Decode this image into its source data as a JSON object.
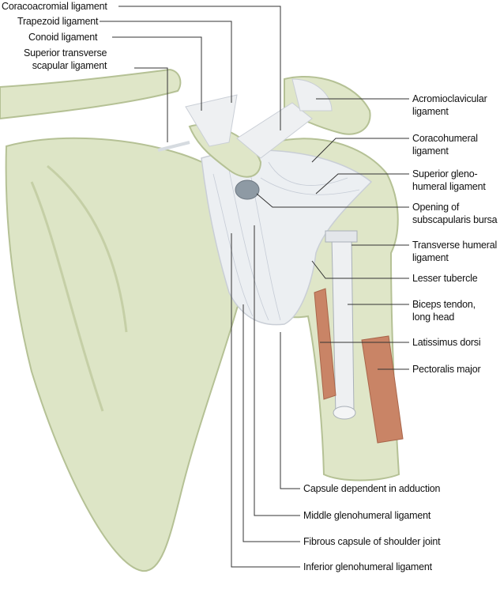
{
  "labels_top_left": [
    {
      "text": "Coracoacromial ligament"
    },
    {
      "text": "Trapezoid ligament"
    },
    {
      "text": "Conoid ligament"
    },
    {
      "line1": "Superior transverse",
      "line2": "scapular ligament"
    }
  ],
  "labels_right": [
    {
      "line1": "Acromioclavicular",
      "line2": "ligament"
    },
    {
      "line1": "Coracohumeral",
      "line2": "ligament"
    },
    {
      "line1": "Superior gleno-",
      "line2": "humeral ligament"
    },
    {
      "line1": "Opening of",
      "line2": "subscapularis bursa"
    },
    {
      "line1": "Transverse humeral",
      "line2": "ligament"
    },
    {
      "line1": "Lesser tubercle"
    },
    {
      "line1": "Biceps tendon,",
      "line2": "long head"
    },
    {
      "line1": "Latissimus dorsi"
    },
    {
      "line1": "Pectoralis major"
    }
  ],
  "labels_bottom": [
    {
      "text": "Capsule dependent in adduction"
    },
    {
      "text": "Middle glenohumeral ligament"
    },
    {
      "text": "Fibrous capsule of shoulder joint"
    },
    {
      "text": "Inferior glenohumeral ligament"
    }
  ],
  "colors": {
    "bone": "#dfe6c8",
    "bone_edge": "#b9c49a",
    "ligament": "#eef0f2",
    "muscle": "#c98466",
    "line": "#333333"
  }
}
